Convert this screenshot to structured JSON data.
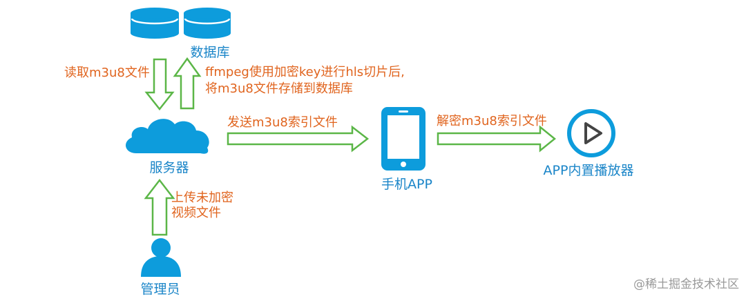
{
  "colors": {
    "node_blue": "#0d9cdc",
    "label_blue": "#1a85c8",
    "edge_label_orange": "#e0641e",
    "arrow_green": "#5bb647",
    "watermark_gray": "#999999"
  },
  "nodes": {
    "database": {
      "label": "数据库",
      "icon": "database-icon"
    },
    "server": {
      "label": "服务器",
      "icon": "cloud-icon"
    },
    "admin": {
      "label": "管理员",
      "icon": "person-icon"
    },
    "phone": {
      "label": "手机APP",
      "icon": "smartphone-icon"
    },
    "player": {
      "label": "APP内置播放器",
      "icon": "play-icon"
    }
  },
  "edges": {
    "db_to_server": {
      "label": "读取m3u8文件"
    },
    "server_to_db": {
      "line1": "ffmpeg使用加密key进行hls切片后,",
      "line2": "将m3u8文件存储到数据库"
    },
    "server_to_phone": {
      "label": "发送m3u8索引文件"
    },
    "phone_to_player": {
      "label": "解密m3u8索引文件"
    },
    "admin_to_server": {
      "line1": "上传未加密",
      "line2": "视频文件"
    }
  },
  "watermark": "@稀土掘金技术社区"
}
